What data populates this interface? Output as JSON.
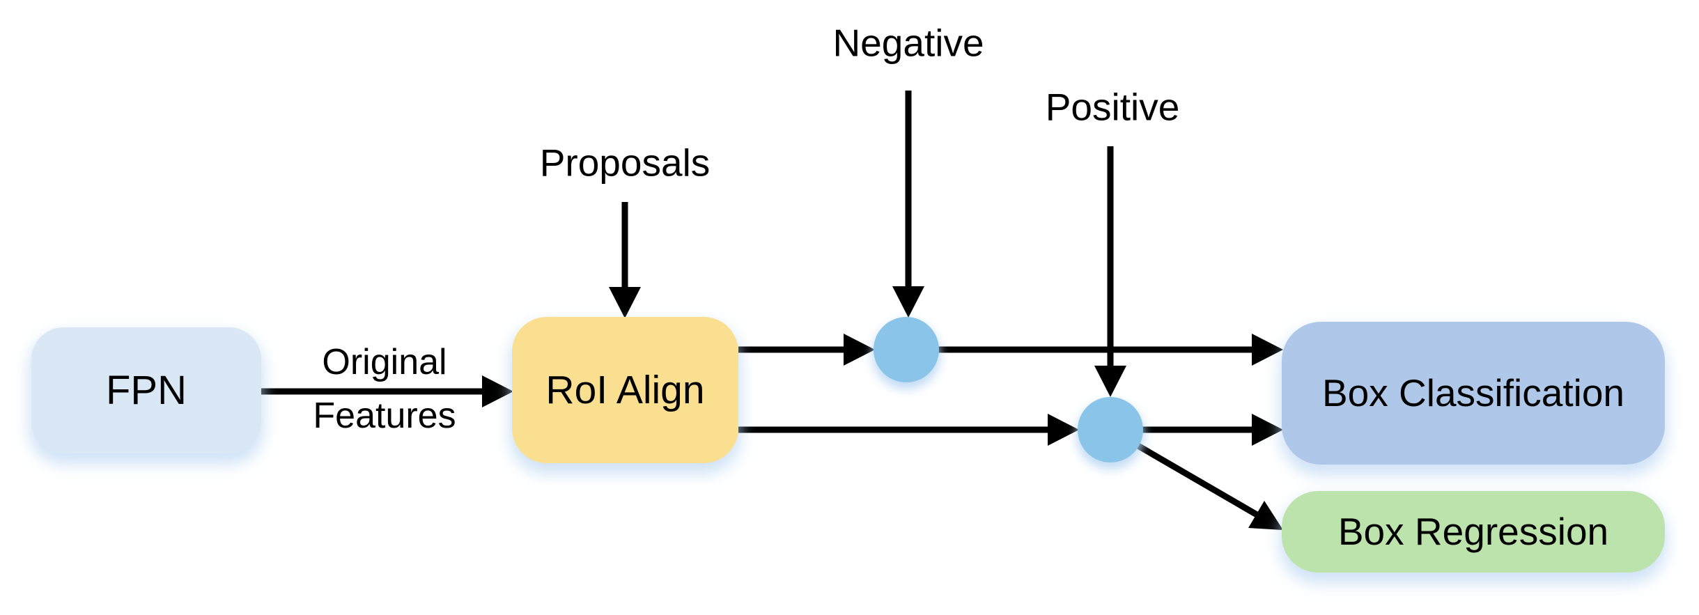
{
  "diagram": {
    "background_color": "#ffffff",
    "arrow_color": "#000000",
    "nodes": {
      "fpn": {
        "label": "FPN",
        "fill": "#dae8f6"
      },
      "roi_align": {
        "label": "RoI Align",
        "fill": "#fbdf90"
      },
      "box_classification": {
        "label": "Box Classification",
        "fill": "#afc7e8"
      },
      "box_regression": {
        "label": "Box Regression",
        "fill": "#bce3ac"
      }
    },
    "junctions": {
      "fill": "#8ac4e8"
    },
    "labels": {
      "proposals": "Proposals",
      "negative": "Negative",
      "positive": "Positive",
      "original_features_line1": "Original",
      "original_features_line2": "Features"
    }
  }
}
